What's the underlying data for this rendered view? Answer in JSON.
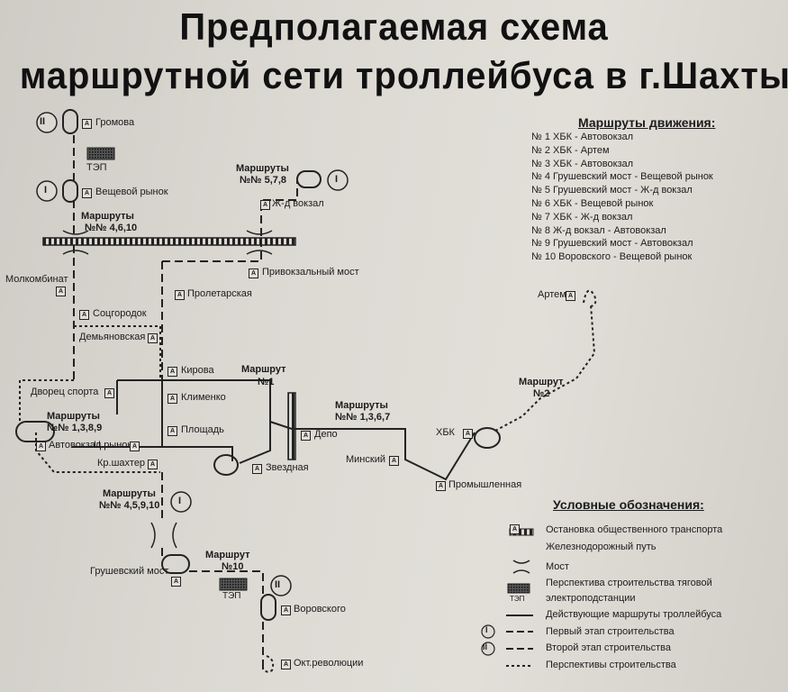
{
  "title": {
    "line1": "Предполагаемая схема",
    "line2": "маршрутной сети троллейбуса в г.Шахты"
  },
  "stops": {
    "gromova": "Громова",
    "veshchevoi": "Вещевой рынок",
    "molkombinat": "Молкомбинат",
    "sotsgorodok": "Соцгородок",
    "demyanovskaya": "Демьяновская",
    "dvorets": "Дворец спорта",
    "avtovokzal": "Автовокзал",
    "tsrynok": "Ц.рынок",
    "krshakhter": "Кр.шахтер",
    "kirova": "Кирова",
    "klimenko": "Клименко",
    "ploshchad": "Площадь",
    "zvezdnaya": "Звездная",
    "proletarskaya": "Пролетарская",
    "privokzalny": "Привокзальный мост",
    "zhdvokzal": "Ж-д вокзал",
    "depo": "Депо",
    "minsky": "Минский",
    "promyshlennaya": "Промышленная",
    "hbk": "ХБК",
    "artem": "Артем",
    "grushevsky": "Грушевский мост",
    "vorovskogo": "Воровского",
    "oktrev": "Окт.революции"
  },
  "labels": {
    "tep": "ТЭП",
    "stop_letter": "А",
    "phase1": "I",
    "phase2": "II",
    "routes_4610_a": "Маршруты",
    "routes_4610_b": "№№ 4,6,10",
    "routes_578_a": "Маршруты",
    "routes_578_b": "№№ 5,7,8",
    "routes_1389_a": "Маршруты",
    "routes_1389_b": "№№ 1,3,8,9",
    "route1_a": "Маршрут",
    "route1_b": "№1",
    "routes_1367_a": "Маршруты",
    "routes_1367_b": "№№ 1,3,6,7",
    "route2_a": "Маршрут",
    "route2_b": "№2",
    "routes_45910_a": "Маршруты",
    "routes_45910_b": "№№ 4,5,9,10",
    "route10_a": "Маршрут",
    "route10_b": "№10"
  },
  "routes_legend": {
    "title": "Маршруты движения:",
    "items": [
      "№ 1 ХБК - Автовокзал",
      "№ 2 ХБК - Артем",
      "№ 3 ХБК - Автовокзал",
      "№ 4 Грушевский мост - Вещевой рынок",
      "№ 5 Грушевский мост - Ж-д вокзал",
      "№ 6 ХБК - Вещевой рынок",
      "№ 7 ХБК - Ж-д вокзал",
      "№ 8 Ж-д вокзал - Автовокзал",
      "№ 9 Грушевский мост - Автовокзал",
      "№ 10 Воровского - Вещевой рынок"
    ]
  },
  "symbols_legend": {
    "title": "Условные обозначения:",
    "items": [
      "Остановка общественного транспорта",
      "Железнодорожный путь",
      "Мост",
      "Перспектива строительства тяговой",
      "электроподстанции",
      "Действующие маршруты троллейбуса",
      "Первый этап строительства",
      "Второй этап строительства",
      "Перспективы строительства"
    ]
  },
  "colors": {
    "ink": "#1c1c1c",
    "paper": "#dcd9d3"
  }
}
